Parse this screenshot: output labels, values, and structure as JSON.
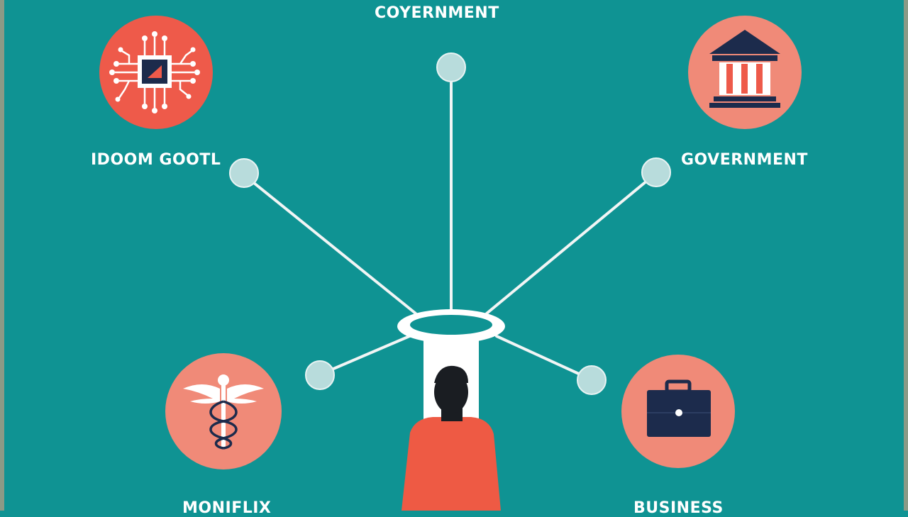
{
  "labels": {
    "top": "COYERNMENT",
    "left": "IDOOM GOOTL",
    "right": "GOVERNMENT",
    "bottom_left": "MONIFLIX",
    "bottom_right": "BUSINESS"
  },
  "icons": {
    "tech": "circuit-chip-icon",
    "government": "bank-building-icon",
    "medical": "caduceus-icon",
    "business": "briefcase-icon"
  },
  "colors": {
    "background": "#0f9393",
    "node_fill": "#b8dcdc",
    "line": "#f2f5f5",
    "tech_circle": "#ee5a4a",
    "gov_circle": "#f08a78",
    "medical_circle": "#f08a78",
    "business_circle": "#f08a78",
    "dark_navy": "#1c2b4c",
    "person_shirt": "#ee5a44"
  }
}
